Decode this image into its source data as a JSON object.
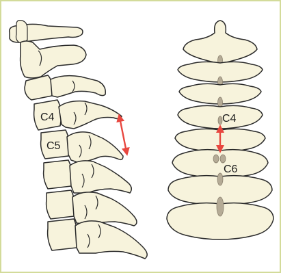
{
  "labels": {
    "lateral_c4": "C4",
    "lateral_c5": "C5",
    "frontal_c4": "C4",
    "frontal_c6": "C6"
  },
  "colors": {
    "frame": "#d3db9a",
    "bone_fill": "#f7f3dc",
    "outline": "#2a2a2a",
    "canal": "#b5ab96",
    "arrow": "#e8473f"
  },
  "views": [
    "lateral",
    "frontal"
  ]
}
